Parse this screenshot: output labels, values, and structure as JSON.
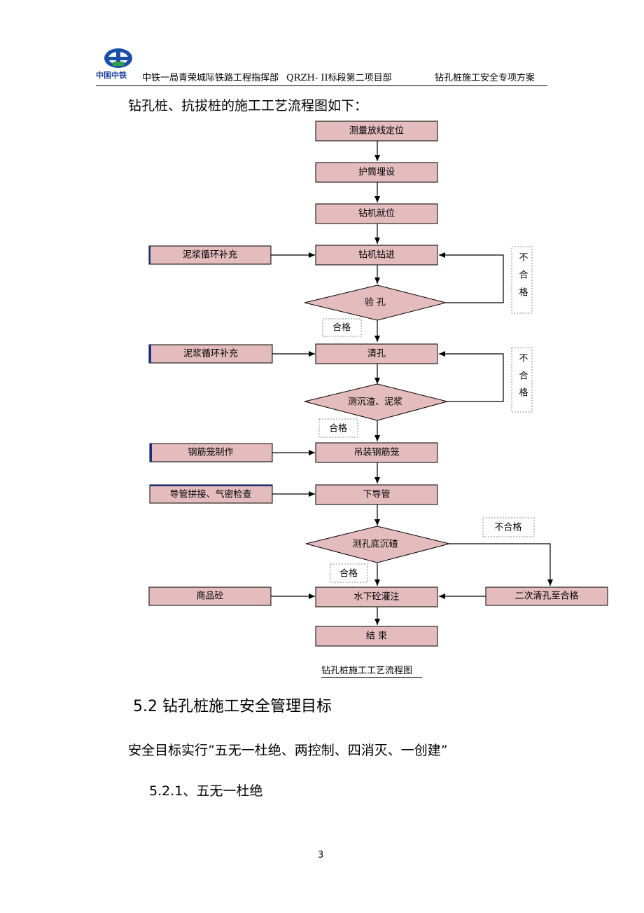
{
  "header": {
    "logo_text": "中国中铁",
    "left": "中铁一局青荣城际铁路工程指挥部",
    "middle": "QRZH- II标段第二项目部",
    "right": "钻孔桩施工安全专项方案"
  },
  "intro": "钻孔桩、抗拔桩的施工工艺流程图如下：",
  "flow": {
    "main": [
      "测量放线定位",
      "护筒埋设",
      "钻机就位",
      "钻机钻进",
      "验 孔",
      "清孔",
      "测沉渣、泥浆",
      "吊装钢筋笼",
      "下导管",
      "测孔底沉碴",
      "水下砼灌注",
      "结 束"
    ],
    "side": [
      "泥浆循环补充",
      "泥浆循环补充",
      "钢筋笼制作",
      "导管拼接、气密检查",
      "商品砼",
      "二次清孔至合格"
    ],
    "pass_label": "合格",
    "fail_label": "不合格",
    "fail_vertical": [
      "不",
      "合",
      "格"
    ]
  },
  "caption": "钻孔桩施工工艺流程图",
  "section_52": "5.2  钻孔桩施工安全管理目标",
  "goal": "安全目标实行“五无一杜绝、两控制、四消灭、一创建”",
  "section_521": "5.2.1、五无一杜绝",
  "page_number": "3"
}
